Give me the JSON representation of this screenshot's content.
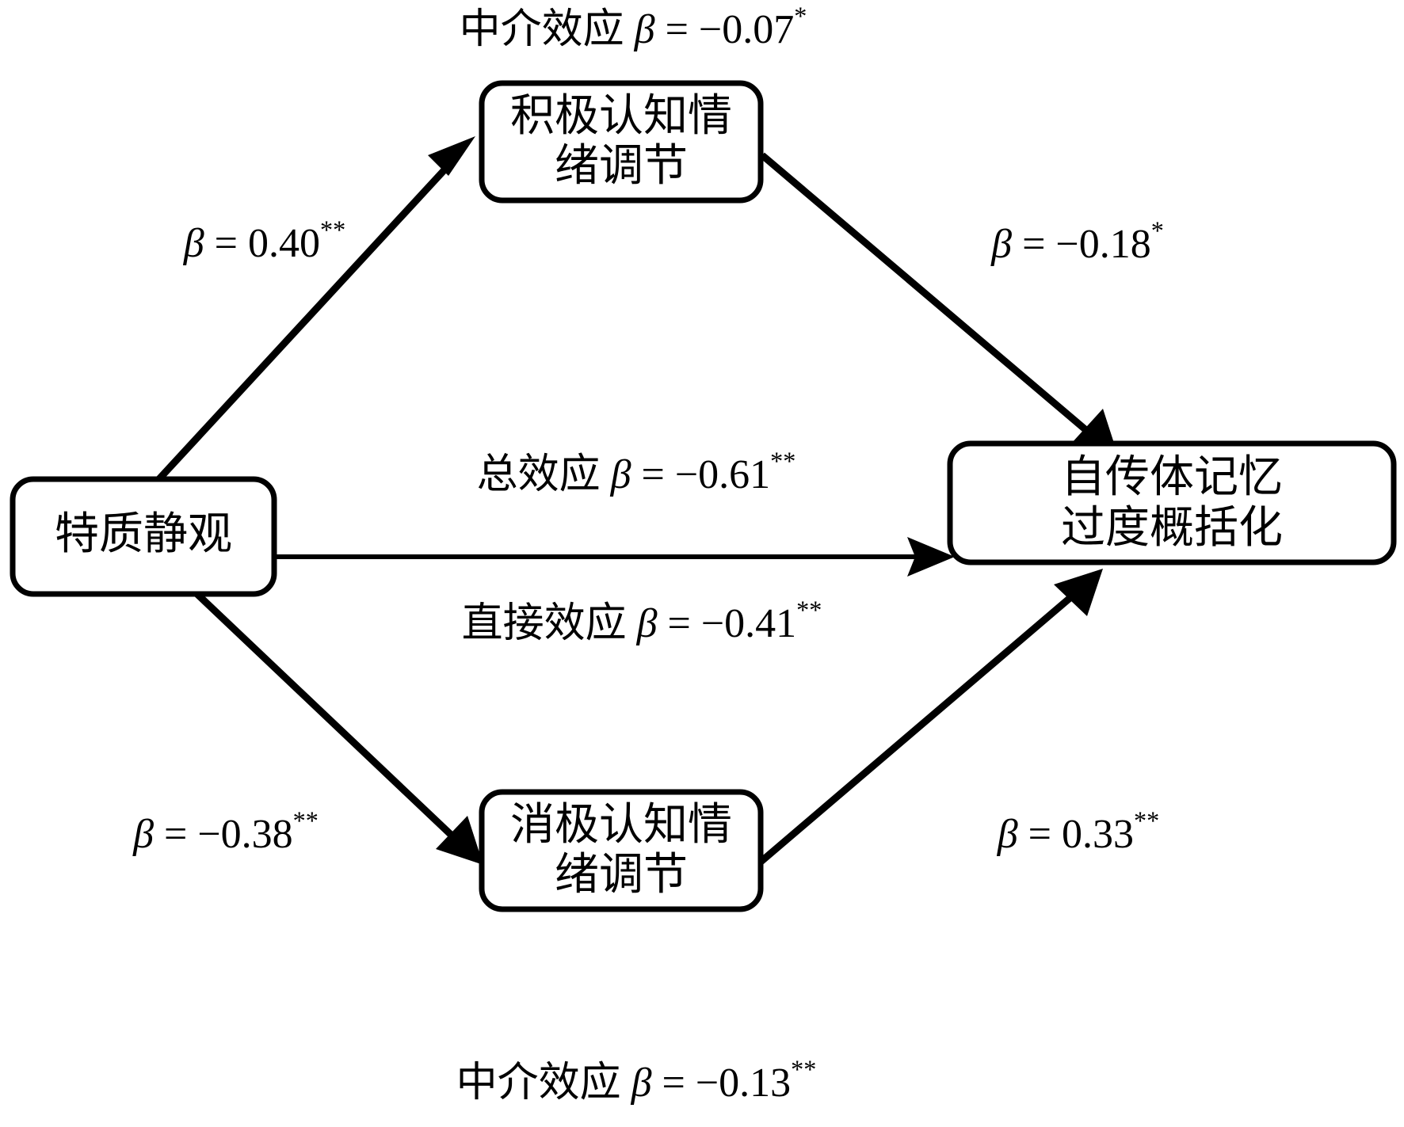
{
  "figure": {
    "type": "mediation-path-diagram",
    "title": "",
    "background_color": "#ffffff",
    "line_color": "#000000"
  },
  "nodes": [
    {
      "id": "predictor",
      "name": "trait-mindfulness",
      "lines": [
        "特质静观"
      ],
      "position": "left"
    },
    {
      "id": "mediator_positive",
      "name": "positive-cognitive-emotion-regulation",
      "lines": [
        "积极认知情",
        "绪调节"
      ],
      "position": "top-center"
    },
    {
      "id": "mediator_negative",
      "name": "negative-cognitive-emotion-regulation",
      "lines": [
        "消极认知情",
        "绪调节"
      ],
      "position": "bottom-center"
    },
    {
      "id": "outcome",
      "name": "overgeneral-autobiographical-memory",
      "lines": [
        "自传体记忆",
        "过度概括化"
      ],
      "position": "right"
    }
  ],
  "edges": [
    {
      "id": "a1",
      "name": "path-predictor-to-positive-mediator",
      "from": "predictor",
      "to": "mediator_positive",
      "prefix": "",
      "symbol": "β",
      "equals": " = ",
      "value": "0.40",
      "stars": "**"
    },
    {
      "id": "b1",
      "name": "path-positive-mediator-to-outcome",
      "from": "mediator_positive",
      "to": "outcome",
      "prefix": "",
      "symbol": "β",
      "equals": " = ",
      "value": "−0.18",
      "stars": "*"
    },
    {
      "id": "a2",
      "name": "path-predictor-to-negative-mediator",
      "from": "predictor",
      "to": "mediator_negative",
      "prefix": "",
      "symbol": "β",
      "equals": " = ",
      "value": "−0.38",
      "stars": "**"
    },
    {
      "id": "b2",
      "name": "path-negative-mediator-to-outcome",
      "from": "mediator_negative",
      "to": "outcome",
      "prefix": "",
      "symbol": "β",
      "equals": " = ",
      "value": "0.33",
      "stars": "**"
    },
    {
      "id": "direct",
      "name": "path-predictor-to-outcome-direct",
      "from": "predictor",
      "to": "outcome",
      "prefix": "直接效应 ",
      "symbol": "β",
      "equals": " = ",
      "value": "−0.41",
      "stars": "**"
    }
  ],
  "effect_labels": [
    {
      "id": "indirect_positive",
      "name": "indirect-effect-positive-label",
      "prefix": "中介效应 ",
      "symbol": "β",
      "equals": " = ",
      "value": "−0.07",
      "stars": "*"
    },
    {
      "id": "total",
      "name": "total-effect-label",
      "prefix": "总效应 ",
      "symbol": "β",
      "equals": " = ",
      "value": "−0.61",
      "stars": "**"
    },
    {
      "id": "indirect_negative",
      "name": "indirect-effect-negative-label",
      "prefix": "中介效应 ",
      "symbol": "β",
      "equals": " = ",
      "value": "−0.13",
      "stars": "**"
    }
  ]
}
